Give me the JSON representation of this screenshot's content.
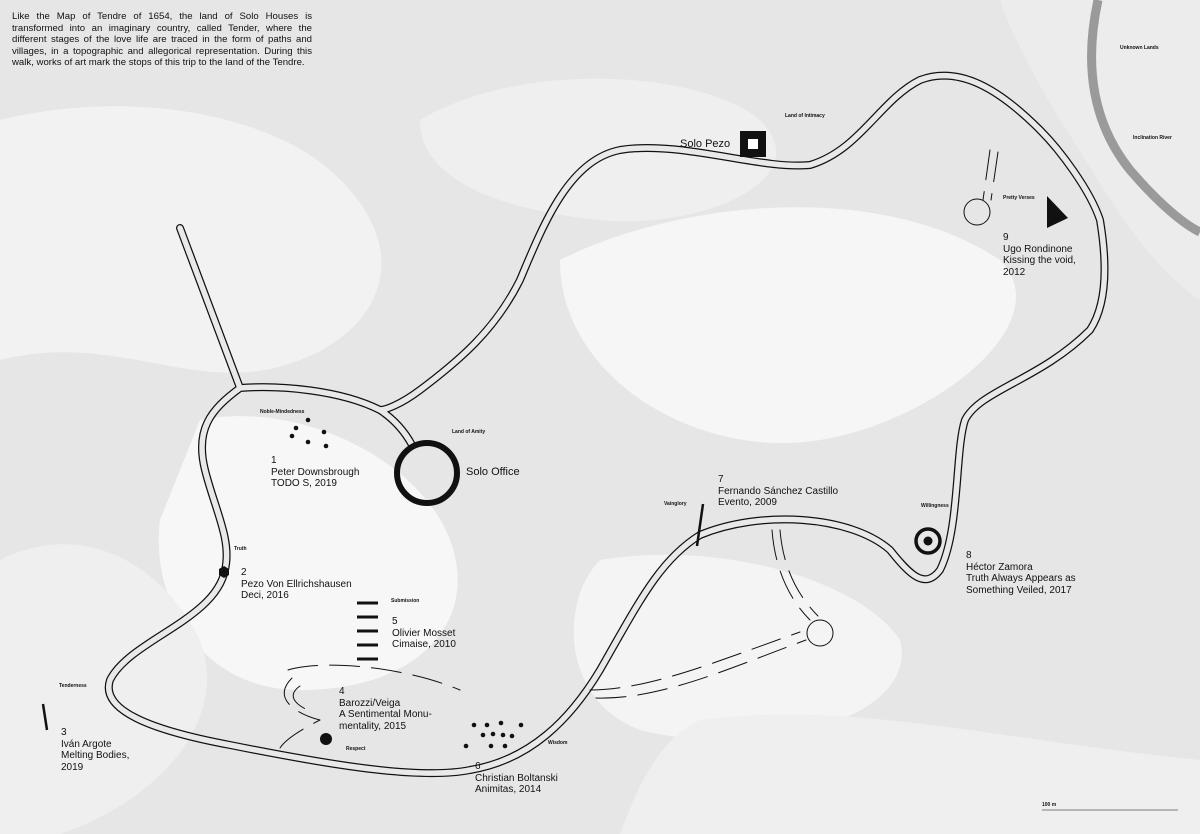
{
  "intro": "Like the Map of Tendre of 1654, the land of Solo Houses is transformed into an imaginary country, called Tender, where the different stages of the love life are traced in the form of paths and villages, in a topographic and allegorical representation. During this walk, works of art mark the stops of this trip to the land of the Tendre.",
  "places": {
    "solo_pezo": "Solo Pezo",
    "solo_office": "Solo Office"
  },
  "regions": {
    "unknown_lands": "Unknown Lands",
    "inclination_river": "Inclination River",
    "land_of_intimacy": "Land of Intimacy",
    "pretty_verses": "Pretty Verses",
    "noble_mindedness": "Noble-Mindedness",
    "land_of_amity": "Land of Amity",
    "truth": "Truth",
    "submission": "Submission",
    "tenderness": "Tenderness",
    "respect": "Respect",
    "wisdom": "Wisdom",
    "vainglory": "Vainglory",
    "willingness": "Willingness"
  },
  "works": [
    {
      "num": "1",
      "artist": "Peter Downsbrough",
      "title": "TODO S, 2019"
    },
    {
      "num": "2",
      "artist": "Pezo Von Ellrichshausen",
      "title": "Deci, 2016"
    },
    {
      "num": "3",
      "artist": "Iván Argote",
      "title": "Melting Bodies,",
      "year": "2019"
    },
    {
      "num": "4",
      "artist": "Barozzi/Veiga",
      "title": "A Sentimental Monu-",
      "title2": "mentality, 2015"
    },
    {
      "num": "5",
      "artist": "Olivier Mosset",
      "title": "Cimaise, 2010"
    },
    {
      "num": "6",
      "artist": "Christian Boltanski",
      "title": "Animitas, 2014"
    },
    {
      "num": "7",
      "artist": "Fernando Sánchez Castillo",
      "title": "Evento, 2009"
    },
    {
      "num": "8",
      "artist": "Héctor Zamora",
      "title": "Truth Always Appears as",
      "title2": "Something Veiled, 2017"
    },
    {
      "num": "9",
      "artist": "Ugo Rondinone",
      "title": "Kissing the void,",
      "year": "2012"
    }
  ],
  "scale": "100 m"
}
